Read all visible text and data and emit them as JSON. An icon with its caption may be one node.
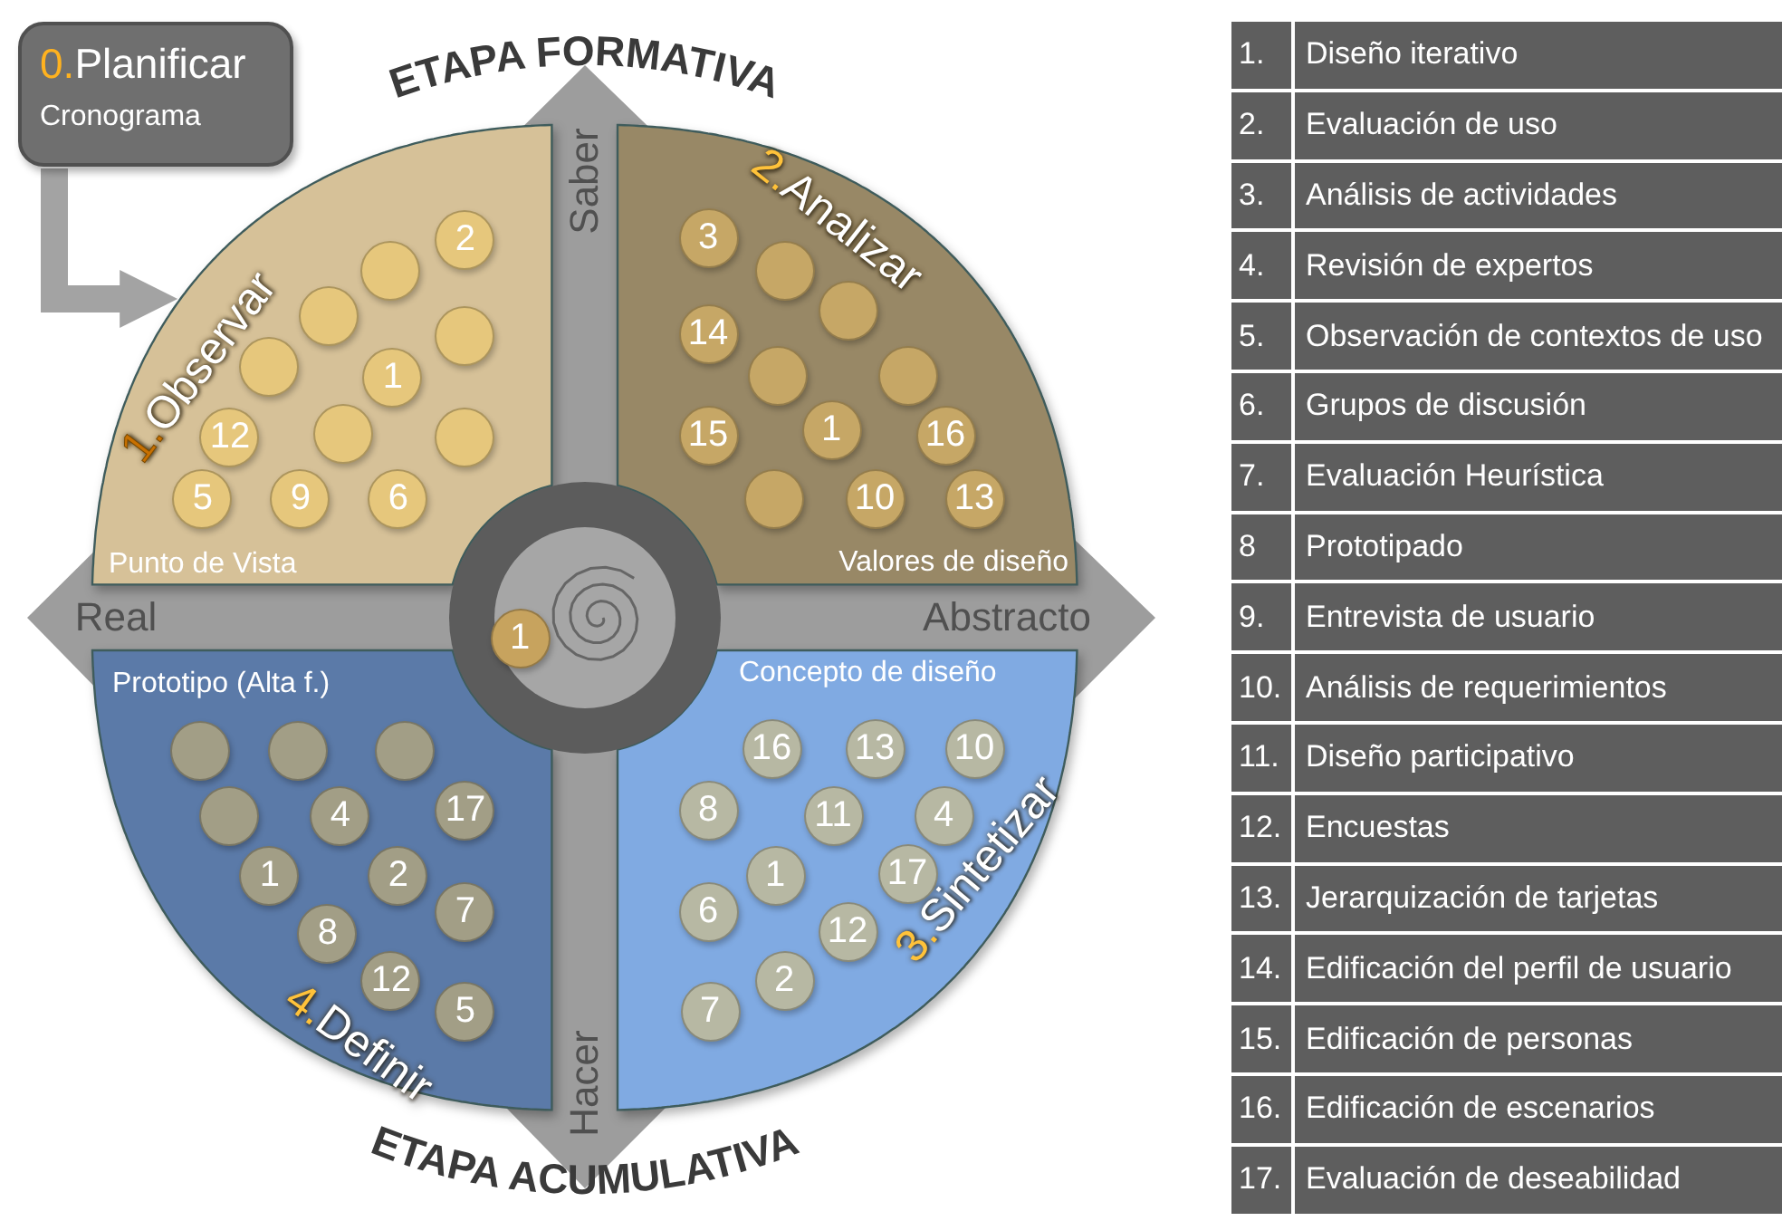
{
  "diagram": {
    "nodes": [
      {
        "text": [
          "**0.**Planificar",
          "Cronograma"
        ]
      },
      {
        "text": [
          "**1.**Observar",
          "Punto de Vista"
        ]
      },
      {
        "text": [
          "2"
        ],
        "in": 1
      },
      {
        "text": [],
        "shape": "circle",
        "in": 1
      },
      {
        "text": [],
        "shape": "circle",
        "in": 1
      },
      {
        "text": [],
        "shape": "circle",
        "in": 1
      },
      {
        "text": [],
        "shape": "circle",
        "in": 1
      },
      {
        "text": [
          "1"
        ],
        "in": 1
      },
      {
        "text": [],
        "shape": "circle",
        "in": 1
      },
      {
        "text": [
          "12"
        ],
        "in": 1
      },
      {
        "text": [],
        "shape": "circle",
        "in": 1
      },
      {
        "text": [
          "5"
        ],
        "in": 1
      },
      {
        "text": [
          "9"
        ],
        "in": 1
      },
      {
        "text": [
          "6"
        ],
        "in": 1
      },
      {
        "text": [
          "**2.**Analizar",
          "Valores de diseño"
        ]
      },
      {
        "text": [
          "3"
        ],
        "in": 14
      },
      {
        "text": [],
        "shape": "circle",
        "in": 14
      },
      {
        "text": [],
        "shape": "circle",
        "in": 14
      },
      {
        "text": [
          "14"
        ],
        "in": 14
      },
      {
        "text": [],
        "shape": "circle",
        "in": 14
      },
      {
        "text": [],
        "shape": "circle",
        "in": 14
      },
      {
        "text": [
          "1"
        ],
        "in": 14
      },
      {
        "text": [
          "15"
        ],
        "in": 14
      },
      {
        "text": [
          "16"
        ],
        "in": 14
      },
      {
        "text": [],
        "shape": "circle",
        "in": 14
      },
      {
        "text": [
          "10"
        ],
        "in": 14
      },
      {
        "text": [
          "13"
        ],
        "in": 14
      },
      {
        "text": [],
        "shape": "circle"
      },
      {
        "text": [
          "1"
        ],
        "in": 27
      },
      {
        "text": [
          "Prototipo (Alta f.)",
          "**4.**Definir"
        ]
      },
      {
        "text": [],
        "shape": "circle",
        "in": 29
      },
      {
        "text": [],
        "shape": "circle",
        "in": 29
      },
      {
        "text": [],
        "shape": "circle",
        "in": 29
      },
      {
        "text": [],
        "shape": "circle",
        "in": 29
      },
      {
        "text": [
          "17"
        ],
        "in": 29
      },
      {
        "text": [
          "4"
        ],
        "in": 29
      },
      {
        "text": [
          "1"
        ],
        "in": 29
      },
      {
        "text": [
          "2"
        ],
        "in": 29
      },
      {
        "text": [
          "7"
        ],
        "in": 29
      },
      {
        "text": [
          "8"
        ],
        "in": 29
      },
      {
        "text": [
          "12"
        ],
        "in": 29
      },
      {
        "text": [
          "5"
        ],
        "in": 29
      },
      {
        "text": [
          "Concepto de diseño",
          "**3.**Sintetizar"
        ]
      },
      {
        "text": [
          "16"
        ],
        "in": 42
      },
      {
        "text": [
          "13"
        ],
        "in": 42
      },
      {
        "text": [
          "10"
        ],
        "in": 42
      },
      {
        "text": [
          "8"
        ],
        "in": 42
      },
      {
        "text": [
          "4"
        ],
        "in": 42
      },
      {
        "text": [
          "11"
        ],
        "in": 42
      },
      {
        "text": [
          "17"
        ],
        "in": 42
      },
      {
        "text": [
          "1"
        ],
        "in": 42
      },
      {
        "text": [
          "6"
        ],
        "in": 42
      },
      {
        "text": [
          "12"
        ],
        "in": 42
      },
      {
        "text": [
          "2"
        ],
        "in": 42
      },
      {
        "text": [
          "7"
        ],
        "in": 42
      }
    ],
    "edges": [
      {
        "from": 0,
        "to": 1,
        "arrow": "to"
      }
    ],
    "labels": [
      "ETAPA FORMATIVA",
      "Saber",
      "Real",
      "Abstracto",
      "Hacer",
      "ETAPA ACUMULATIVA",
      "1.",
      "Diseño iterativo",
      "2.",
      "Evaluación de uso",
      "3.",
      "Análisis de actividades",
      "4.",
      "Revisión de expertos",
      "5.",
      "Observación de contextos de uso",
      "6.",
      "Grupos de discusión",
      "7.",
      "Evaluación Heurística",
      "8",
      "Prototipado",
      "9.",
      "Entrevista de usuario",
      "10.",
      "Análisis de requerimientos",
      "11.",
      "Diseño participativo",
      "12.",
      "Encuestas",
      "13.",
      "Jerarquización de tarjetas",
      "14.",
      "Edificación del perfil de usuario",
      "15.",
      "Edificación de personas",
      "16.",
      "Edificación de escenarios",
      "17.",
      "Evaluación de deseabilidad"
    ]
  }
}
